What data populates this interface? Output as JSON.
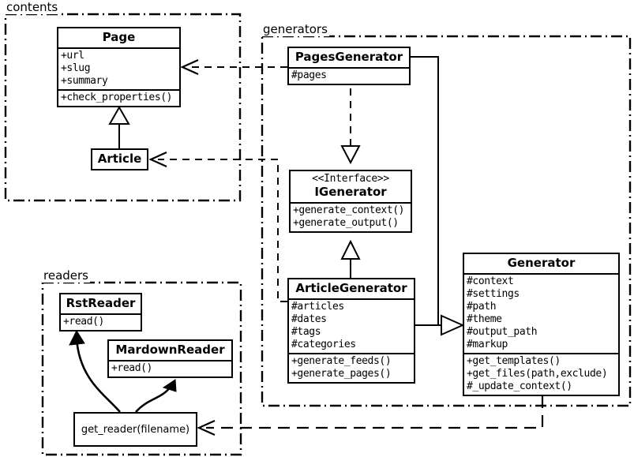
{
  "diagram": {
    "title": "UML class diagram",
    "stroke_color": "#000000",
    "background_color": "#ffffff"
  },
  "packages": [
    {
      "id": "contents",
      "label": "contents"
    },
    {
      "id": "generators",
      "label": "generators"
    },
    {
      "id": "readers",
      "label": "readers"
    }
  ],
  "classes": {
    "page": {
      "name": "Page",
      "attributes": [
        "+url",
        "+slug",
        "+summary"
      ],
      "methods": [
        "+check_properties()"
      ]
    },
    "article": {
      "name": "Article",
      "attributes": [],
      "methods": []
    },
    "pages_generator": {
      "name": "PagesGenerator",
      "attributes": [
        "#pages"
      ],
      "methods": []
    },
    "igenerator": {
      "stereotype": "<<Interface>>",
      "name": "IGenerator",
      "attributes": [],
      "methods": [
        "+generate_context()",
        "+generate_output()"
      ]
    },
    "article_generator": {
      "name": "ArticleGenerator",
      "attributes": [
        "#articles",
        "#dates",
        "#tags",
        "#categories"
      ],
      "methods": [
        "+generate_feeds()",
        "+generate_pages()"
      ]
    },
    "generator": {
      "name": "Generator",
      "attributes": [
        "#context",
        "#settings",
        "#path",
        "#theme",
        "#output_path",
        "#markup"
      ],
      "methods": [
        "+get_templates()",
        "+get_files(path,exclude)",
        "#_update_context()"
      ]
    },
    "rst_reader": {
      "name": "RstReader",
      "attributes": [],
      "methods": [
        "+read()"
      ]
    },
    "mardown_reader": {
      "name": "MardownReader",
      "attributes": [],
      "methods": [
        "+read()"
      ]
    }
  },
  "functions": {
    "get_reader": {
      "label": "get_reader(filename)"
    }
  },
  "relationships": [
    {
      "from": "article",
      "to": "page",
      "type": "generalization"
    },
    {
      "from": "pages_generator",
      "to": "page",
      "type": "dependency"
    },
    {
      "from": "pages_generator",
      "to": "igenerator",
      "type": "realization"
    },
    {
      "from": "article_generator",
      "to": "igenerator",
      "type": "generalization"
    },
    {
      "from": "article_generator",
      "to": "article",
      "type": "dependency"
    },
    {
      "from": "pages_generator",
      "to": "generator",
      "type": "generalization"
    },
    {
      "from": "article_generator",
      "to": "generator",
      "type": "generalization"
    },
    {
      "from": "generator",
      "to": "get_reader",
      "type": "dependency"
    },
    {
      "from": "get_reader",
      "to": "rst_reader",
      "type": "creates"
    },
    {
      "from": "get_reader",
      "to": "mardown_reader",
      "type": "creates"
    }
  ]
}
